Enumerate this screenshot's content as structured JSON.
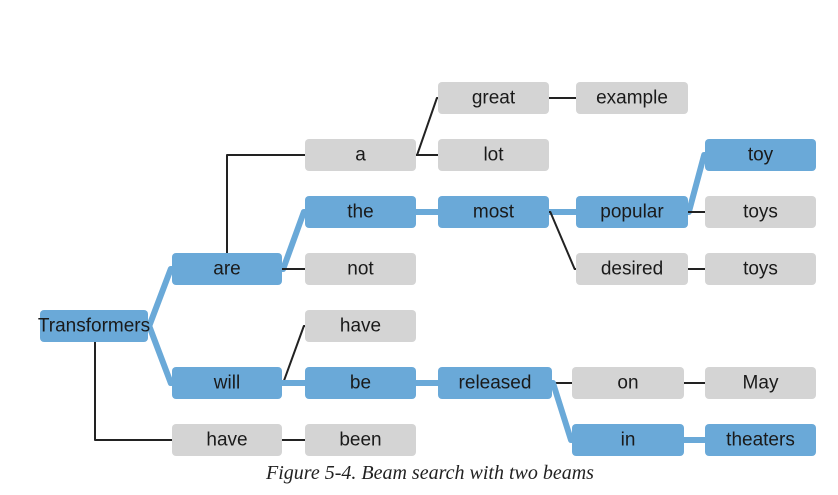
{
  "colors": {
    "beam_fill": "#6aa9d8",
    "other_fill": "#d4d4d4",
    "beam_edge": "#6aa9d8",
    "other_edge": "#222222",
    "text": "#1a1a1a"
  },
  "nodes": [
    {
      "id": "transformers",
      "label": "Transformers",
      "beam": true
    },
    {
      "id": "are",
      "label": "are",
      "beam": true
    },
    {
      "id": "will",
      "label": "will",
      "beam": true
    },
    {
      "id": "have-1",
      "label": "have",
      "beam": false
    },
    {
      "id": "a",
      "label": "a",
      "beam": false
    },
    {
      "id": "the",
      "label": "the",
      "beam": true
    },
    {
      "id": "not",
      "label": "not",
      "beam": false
    },
    {
      "id": "have-2",
      "label": "have",
      "beam": false
    },
    {
      "id": "be",
      "label": "be",
      "beam": true
    },
    {
      "id": "been",
      "label": "been",
      "beam": false
    },
    {
      "id": "great",
      "label": "great",
      "beam": false
    },
    {
      "id": "lot",
      "label": "lot",
      "beam": false
    },
    {
      "id": "most",
      "label": "most",
      "beam": true
    },
    {
      "id": "released",
      "label": "released",
      "beam": true
    },
    {
      "id": "example",
      "label": "example",
      "beam": false
    },
    {
      "id": "popular",
      "label": "popular",
      "beam": true
    },
    {
      "id": "desired",
      "label": "desired",
      "beam": false
    },
    {
      "id": "on",
      "label": "on",
      "beam": false
    },
    {
      "id": "in",
      "label": "in",
      "beam": true
    },
    {
      "id": "toy",
      "label": "toy",
      "beam": true
    },
    {
      "id": "toys-1",
      "label": "toys",
      "beam": false
    },
    {
      "id": "toys-2",
      "label": "toys",
      "beam": false
    },
    {
      "id": "may",
      "label": "May",
      "beam": false
    },
    {
      "id": "theaters",
      "label": "theaters",
      "beam": true
    }
  ],
  "edges": [
    {
      "from": "transformers",
      "to": "are",
      "beam": true
    },
    {
      "from": "transformers",
      "to": "will",
      "beam": true
    },
    {
      "from": "transformers",
      "to": "have-1",
      "beam": false
    },
    {
      "from": "are",
      "to": "a",
      "beam": false
    },
    {
      "from": "are",
      "to": "the",
      "beam": true
    },
    {
      "from": "are",
      "to": "not",
      "beam": false
    },
    {
      "from": "will",
      "to": "have-2",
      "beam": false
    },
    {
      "from": "will",
      "to": "be",
      "beam": true
    },
    {
      "from": "have-1",
      "to": "been",
      "beam": false
    },
    {
      "from": "a",
      "to": "great",
      "beam": false
    },
    {
      "from": "a",
      "to": "lot",
      "beam": false
    },
    {
      "from": "the",
      "to": "most",
      "beam": true
    },
    {
      "from": "be",
      "to": "released",
      "beam": true
    },
    {
      "from": "great",
      "to": "example",
      "beam": false
    },
    {
      "from": "most",
      "to": "popular",
      "beam": true
    },
    {
      "from": "most",
      "to": "desired",
      "beam": false
    },
    {
      "from": "released",
      "to": "on",
      "beam": false
    },
    {
      "from": "released",
      "to": "in",
      "beam": true
    },
    {
      "from": "popular",
      "to": "toy",
      "beam": true
    },
    {
      "from": "popular",
      "to": "toys-1",
      "beam": false
    },
    {
      "from": "desired",
      "to": "toys-2",
      "beam": false
    },
    {
      "from": "on",
      "to": "may",
      "beam": false
    },
    {
      "from": "in",
      "to": "theaters",
      "beam": true
    }
  ],
  "caption": "Figure 5-4. Beam search with two beams"
}
